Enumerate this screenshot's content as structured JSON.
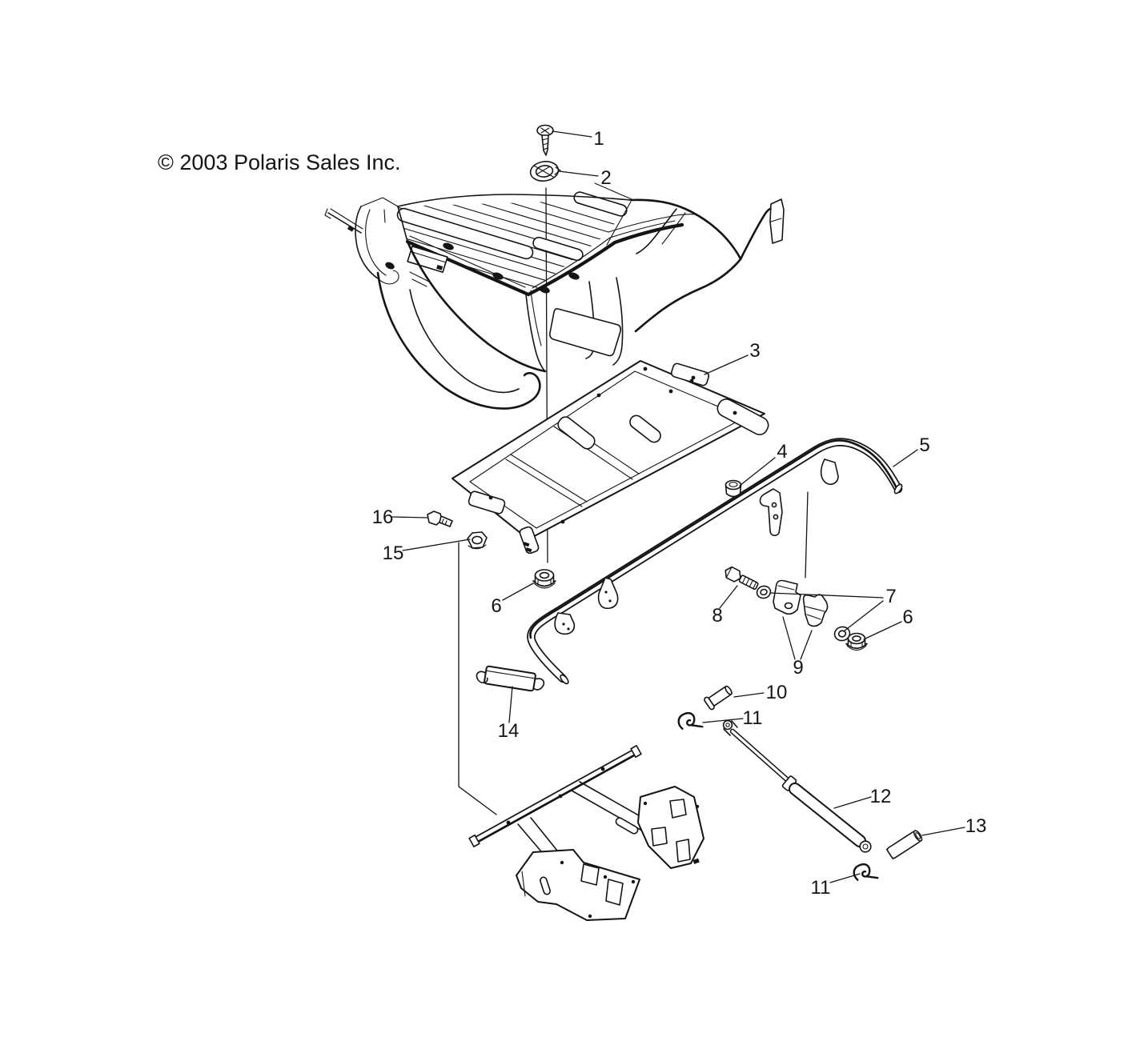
{
  "colors": {
    "ink": "#141414",
    "paper": "#ffffff"
  },
  "copyright": "© 2003 Polaris Sales Inc.",
  "diagram": {
    "callouts": [
      {
        "ref": "1"
      },
      {
        "ref": "2"
      },
      {
        "ref": "3"
      },
      {
        "ref": "4"
      },
      {
        "ref": "5"
      },
      {
        "ref": "6"
      },
      {
        "ref": "6"
      },
      {
        "ref": "7"
      },
      {
        "ref": "8"
      },
      {
        "ref": "9"
      },
      {
        "ref": "10"
      },
      {
        "ref": "11"
      },
      {
        "ref": "11"
      },
      {
        "ref": "12"
      },
      {
        "ref": "13"
      },
      {
        "ref": "14"
      },
      {
        "ref": "15"
      },
      {
        "ref": "16"
      }
    ]
  }
}
